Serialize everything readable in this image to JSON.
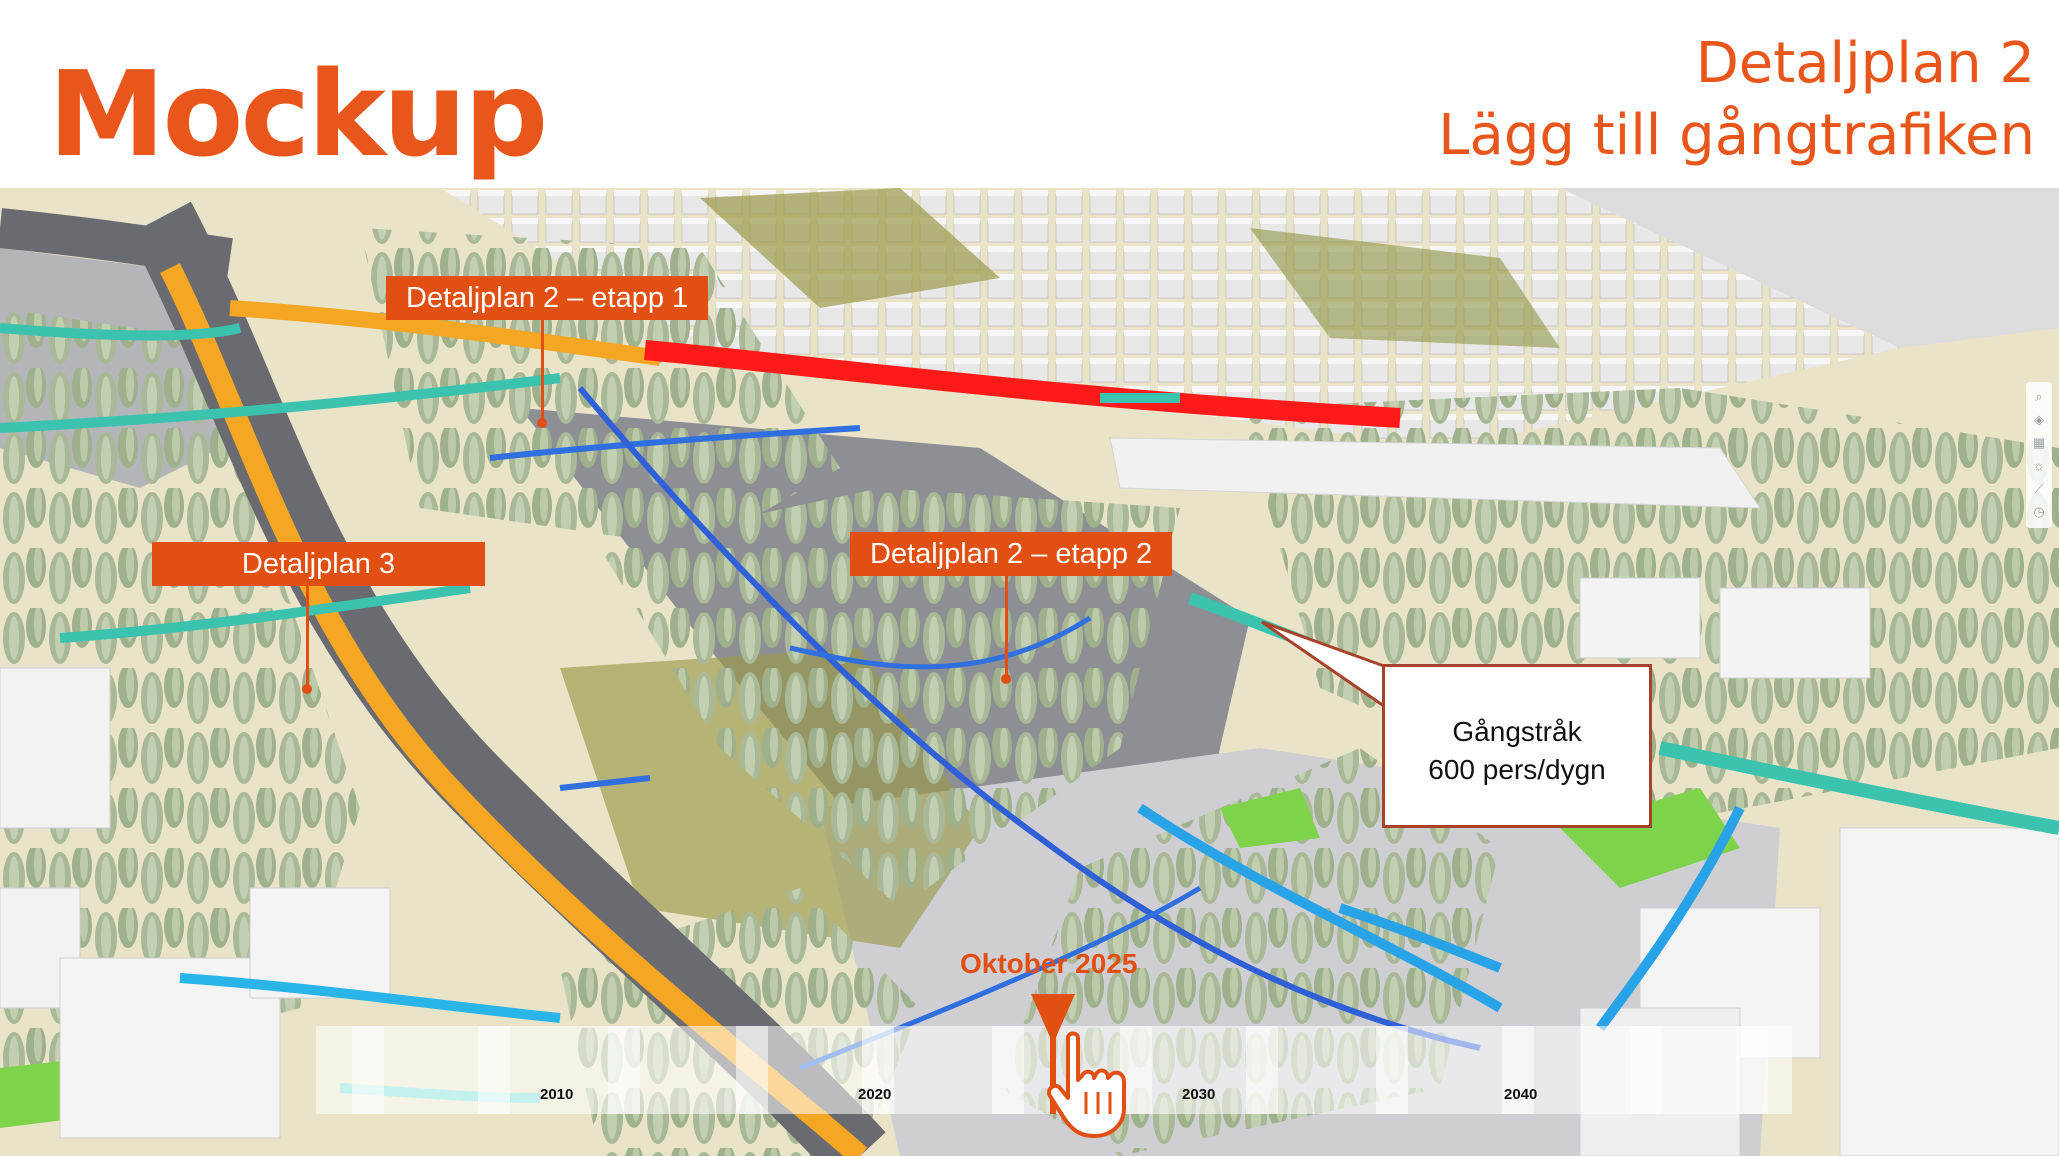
{
  "header": {
    "logo": "Mockup",
    "title_line1": "Detaljplan 2",
    "title_line2": "Lägg till gångtrafiken"
  },
  "map": {
    "callouts": {
      "etapp1": "Detaljplan 2 – etapp 1",
      "etapp2": "Detaljplan 2 – etapp 2",
      "dp3": "Detaljplan 3"
    },
    "note": {
      "line1": "Gångstråk",
      "line2": "600 pers/dygn"
    }
  },
  "timeline": {
    "current_label": "Oktober 2025",
    "years": [
      "2010",
      "2020",
      "2030",
      "2040"
    ]
  },
  "tools": [
    "search-icon",
    "layers-icon",
    "basemap-icon",
    "daylight-icon",
    "measure-icon",
    "time-icon"
  ],
  "colors": {
    "brand": "#e8561b",
    "callout": "#e24f12",
    "road_orange": "#f5a623",
    "path_teal": "#3cc3b0",
    "path_blue": "#2f6fe0",
    "path_red": "#ff1a1a"
  }
}
